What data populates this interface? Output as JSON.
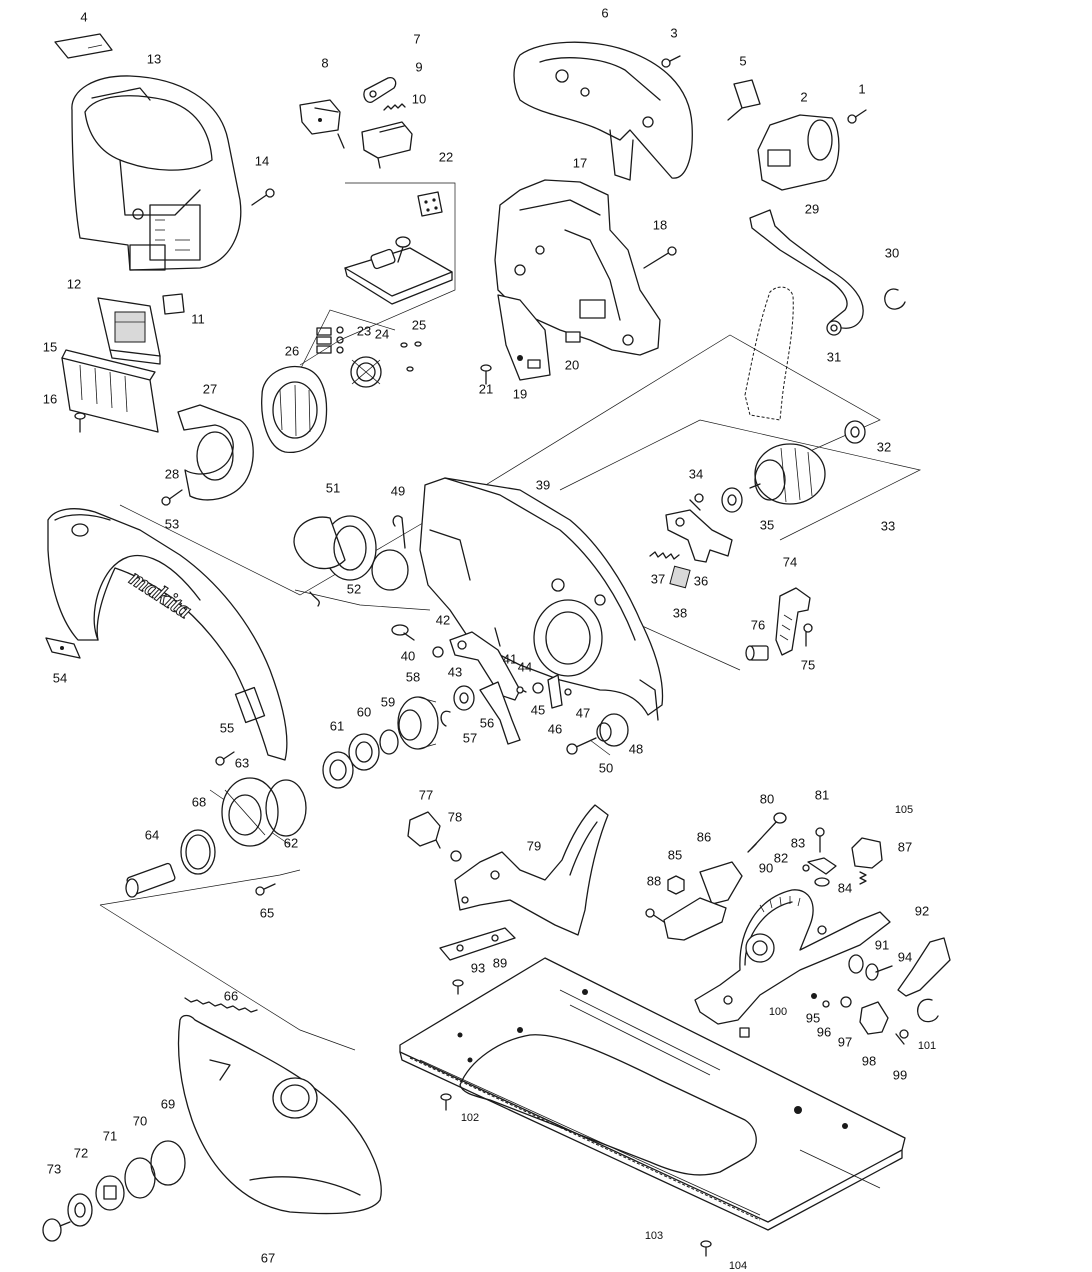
{
  "diagram": {
    "brand_text": "makita",
    "labels": {
      "p1": "1",
      "p2": "2",
      "p3": "3",
      "p4": "4",
      "p5": "5",
      "p6": "6",
      "p7": "7",
      "p8": "8",
      "p9": "9",
      "p10": "10",
      "p11": "11",
      "p12": "12",
      "p13": "13",
      "p14": "14",
      "p15": "15",
      "p16": "16",
      "p17": "17",
      "p18": "18",
      "p19": "19",
      "p20": "20",
      "p21": "21",
      "p22": "22",
      "p23": "23",
      "p24": "24",
      "p25": "25",
      "p26": "26",
      "p27": "27",
      "p28": "28",
      "p29": "29",
      "p30": "30",
      "p31": "31",
      "p32": "32",
      "p33": "33",
      "p34": "34",
      "p35": "35",
      "p36": "36",
      "p37": "37",
      "p38": "38",
      "p39": "39",
      "p40": "40",
      "p41": "41",
      "p42": "42",
      "p43": "43",
      "p44": "44",
      "p45": "45",
      "p46": "46",
      "p47": "47",
      "p48": "48",
      "p49": "49",
      "p50": "50",
      "p51": "51",
      "p52": "52",
      "p53": "53",
      "p54": "54",
      "p55": "55",
      "p56": "56",
      "p57": "57",
      "p58": "58",
      "p59": "59",
      "p60": "60",
      "p61": "61",
      "p62": "62",
      "p63": "63",
      "p64": "64",
      "p65": "65",
      "p66": "66",
      "p67": "67",
      "p68": "68",
      "p69": "69",
      "p70": "70",
      "p71": "71",
      "p72": "72",
      "p73": "73",
      "p74": "74",
      "p75": "75",
      "p76": "76",
      "p77": "77",
      "p78": "78",
      "p79": "79",
      "p80": "80",
      "p81": "81",
      "p82": "82",
      "p83": "83",
      "p84": "84",
      "p85": "85",
      "p86": "86",
      "p87": "87",
      "p88": "88",
      "p89": "89",
      "p90": "90",
      "p91": "91",
      "p92": "92",
      "p93": "93",
      "p94": "94",
      "p95": "95",
      "p96": "96",
      "p97": "97",
      "p98": "98",
      "p99": "99",
      "p100": "100",
      "p101": "101",
      "p102": "102",
      "p103": "103",
      "p104": "104",
      "p105": "105"
    }
  }
}
